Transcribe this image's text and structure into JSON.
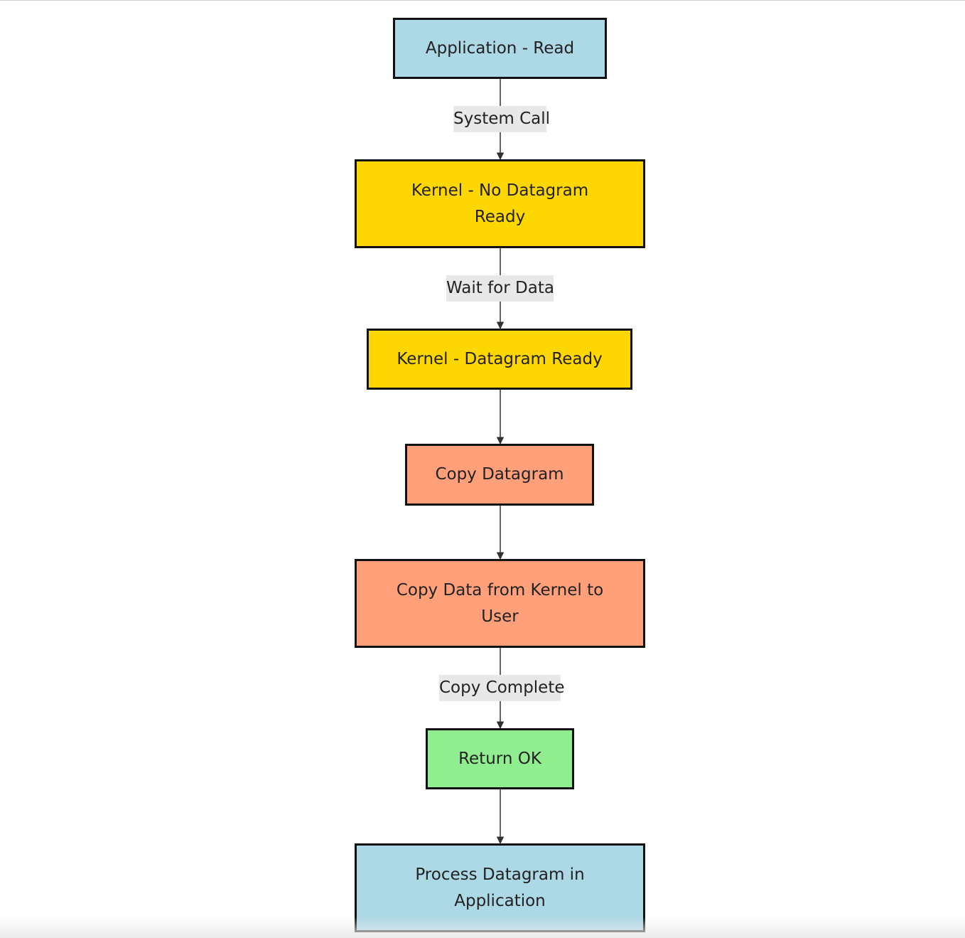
{
  "nodes": [
    {
      "label": "Application - Read",
      "color": "#add8e6"
    },
    {
      "label": "Kernel - No Datagram Ready",
      "color": "#ffd700"
    },
    {
      "label": "Kernel - Datagram Ready",
      "color": "#ffd700"
    },
    {
      "label": "Copy Datagram",
      "color": "#ffa07a"
    },
    {
      "label": "Copy Data from Kernel to User",
      "color": "#ffa07a"
    },
    {
      "label": "Return OK",
      "color": "#90ee90"
    },
    {
      "label": "Process Datagram in Application",
      "color": "#add8e6"
    }
  ],
  "edges": [
    {
      "from": 0,
      "to": 1,
      "label": "System Call"
    },
    {
      "from": 1,
      "to": 2,
      "label": "Wait for Data"
    },
    {
      "from": 2,
      "to": 3,
      "label": ""
    },
    {
      "from": 3,
      "to": 4,
      "label": ""
    },
    {
      "from": 4,
      "to": 5,
      "label": "Copy Complete"
    },
    {
      "from": 5,
      "to": 6,
      "label": ""
    }
  ],
  "style": {
    "stroke": "#111111",
    "edge_label_bg": "#e8e8e8"
  }
}
